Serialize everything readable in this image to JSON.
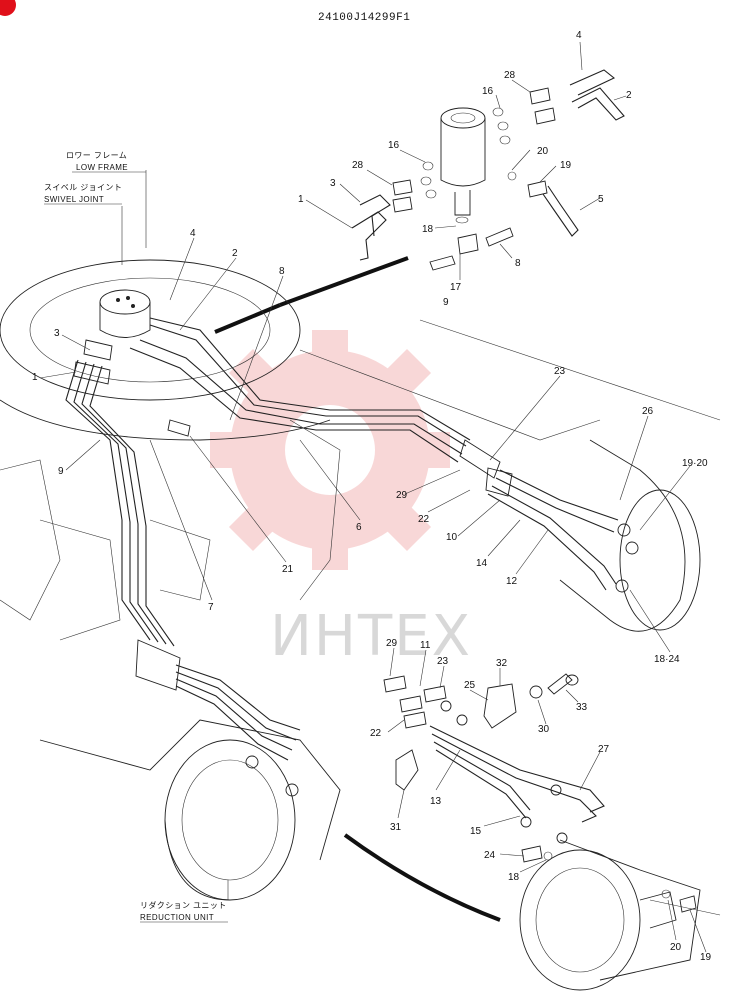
{
  "drawing": {
    "doc_id": "24100J14299F1",
    "sub_label": "9"
  },
  "labels": {
    "low_frame_jp": "ロワー フレーム",
    "low_frame": "LOW FRAME",
    "swivel_joint_jp": "スイベル ジョイント",
    "swivel_joint": "SWIVEL JOINT",
    "reduction_unit_jp": "リダクション ユニット",
    "reduction_unit": "REDUCTION UNIT"
  },
  "watermark": {
    "text": "ИНТЕХ",
    "color": "#f4b8b8"
  },
  "corner_marker_color": "#e0101a",
  "callouts": {
    "top_view": [
      "4",
      "28",
      "2",
      "16",
      "16",
      "20",
      "19",
      "28",
      "3",
      "5",
      "1",
      "18",
      "8",
      "17"
    ],
    "main_view": [
      "4",
      "2",
      "8",
      "3",
      "1",
      "9",
      "21",
      "7",
      "6",
      "23",
      "26",
      "19·20",
      "29",
      "22",
      "10",
      "14",
      "12",
      "18·24"
    ],
    "bottom_view": [
      "29",
      "11",
      "23",
      "32",
      "25",
      "33",
      "30",
      "22",
      "27",
      "13",
      "31",
      "15",
      "24",
      "18",
      "20",
      "19"
    ]
  }
}
